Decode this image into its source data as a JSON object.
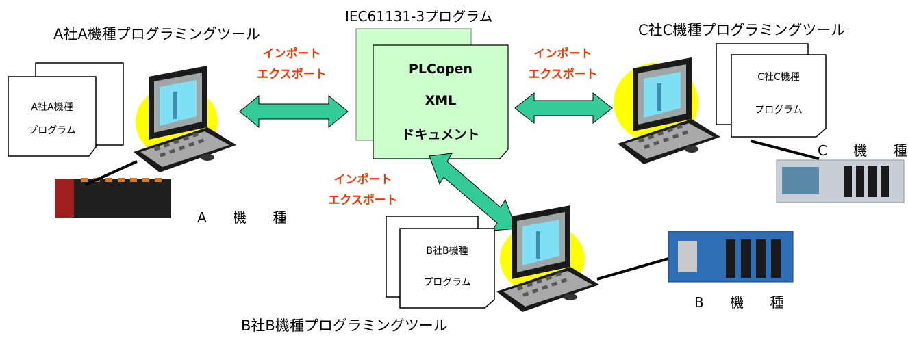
{
  "center": {
    "title": "IEC61131-3プログラム",
    "doc_lines": [
      "PLCopen",
      "XML",
      "ドキュメント"
    ]
  },
  "tool_a": {
    "title": "A社A機種プログラミングツール",
    "doc_lines": [
      "A社A機種",
      "プログラム"
    ],
    "machine_label": "A 機 種"
  },
  "tool_b": {
    "title": "B社B機種プログラミングツール",
    "doc_lines": [
      "B社B機種",
      "プログラム"
    ],
    "machine_label": "B 機 種"
  },
  "tool_c": {
    "title": "C社C機種プログラミングツール",
    "doc_lines": [
      "C社C機種",
      "プログラム"
    ],
    "machine_label": "C 機 種"
  },
  "io_labels": {
    "import": "インポート",
    "export": "エクスポート"
  },
  "colors": {
    "arrow_fill": "#33cc99",
    "xml_doc_fill": "#ccffcc",
    "io_text": "#ff3300",
    "laptop_glow": "#ffff00",
    "screen": "#66ccff"
  }
}
